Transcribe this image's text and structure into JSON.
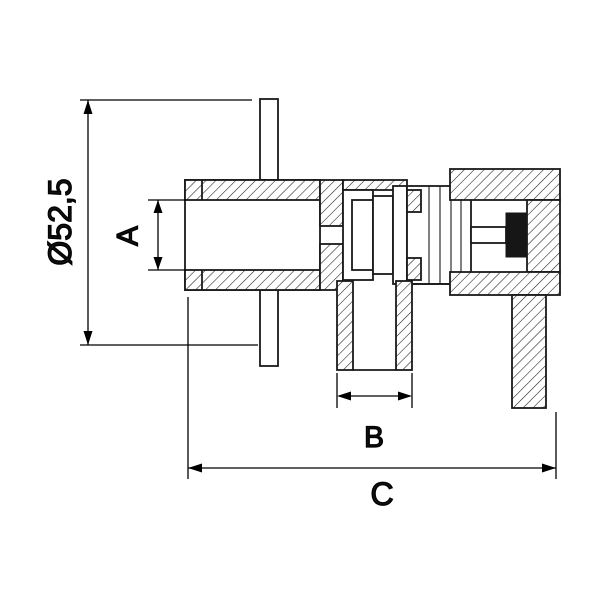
{
  "labels": {
    "diameter": "Ø52,5",
    "dim_a": "A",
    "dim_b": "B",
    "dim_c": "C"
  },
  "colors": {
    "line": "#1a1a1a",
    "dimension_line": "#000000",
    "background": "#ffffff",
    "seal_fill": "#161616",
    "label_text": "#111111"
  }
}
